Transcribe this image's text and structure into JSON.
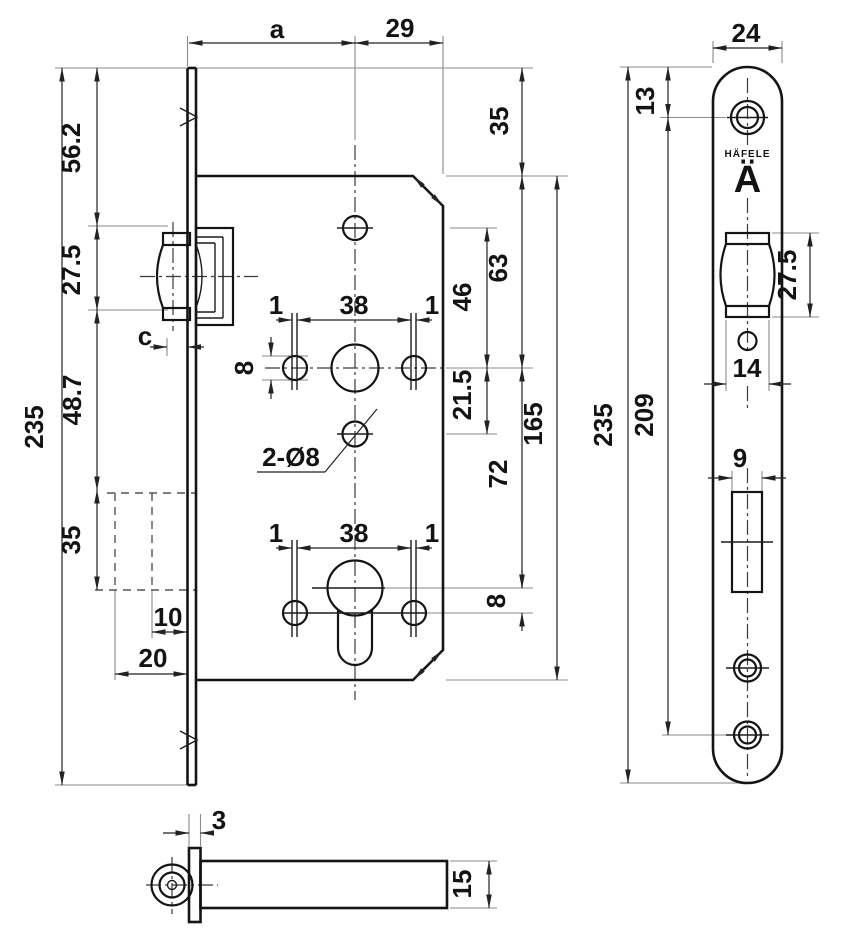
{
  "drawing": {
    "type": "mortise-lock technical drawing",
    "colors": {
      "outline": "#141414",
      "dimension": "#222222",
      "extension": "#8a8a8a",
      "background": "#ffffff"
    }
  },
  "front": {
    "a": "a",
    "e29": "29",
    "h235": "235",
    "h56_2": "56.2",
    "h27_5": "27.5",
    "c": "c",
    "h48_7": "48.7",
    "h35": "35",
    "d10": "10",
    "d20": "20",
    "v35": "35",
    "v63": "63",
    "v46": "46",
    "v21_5": "21.5",
    "v72": "72",
    "v8": "8",
    "v165": "165",
    "u1l": "1",
    "u38": "38",
    "u1r": "1",
    "dia8": "8",
    "note": "2-Ø8",
    "l1l": "1",
    "l38": "38",
    "l1r": "1"
  },
  "plate": {
    "w24": "24",
    "t13": "13",
    "h235": "235",
    "s209": "209",
    "c27_5": "27.5",
    "c14": "14",
    "s9": "9",
    "brand": "HÄFELE",
    "glyph": "Ä"
  },
  "bottom": {
    "t3": "3",
    "d15": "15"
  }
}
